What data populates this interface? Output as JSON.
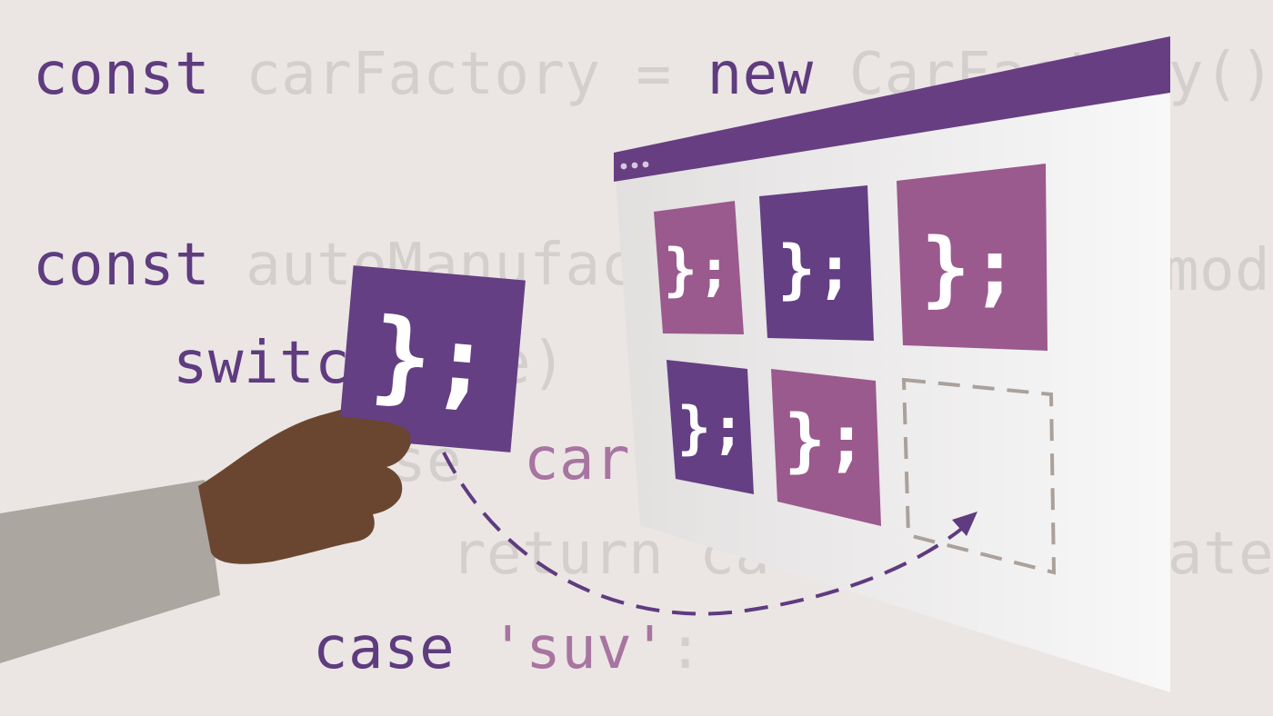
{
  "code_lines": {
    "line1_keyword": "const",
    "line1_rest": "carFactory = ",
    "line1_new": "new",
    "line1_tail": "CarFactory();",
    "line2_keyword": "const",
    "line2_rest": "autoManufac",
    "line2_tail": "mode",
    "line3_keyword": "switc",
    "line3_rest": "e)",
    "line4_partial": "se",
    "line4_str": "car",
    "line5_rest": "return ca",
    "line5_tail": "eate",
    "line6_keyword": "case",
    "line6_str": "'suv'",
    "line6_tail": ":"
  },
  "tile_glyph": "};",
  "colors": {
    "background": "#ebe6e4",
    "purple_dark": "#643f83",
    "purple_light": "#9a5a8e",
    "window_bar": "#673e82",
    "code_keyword": "#5f3b7f",
    "code_dim": "#d3cfcc",
    "code_string": "#a874a0",
    "skin": "#6a4630",
    "sleeve": "#aca6a1",
    "placeholder_dash": "#aaa19b"
  },
  "icons": {
    "window_dots": "three-dots-icon",
    "arrow": "curved-dashed-arrow-icon"
  }
}
